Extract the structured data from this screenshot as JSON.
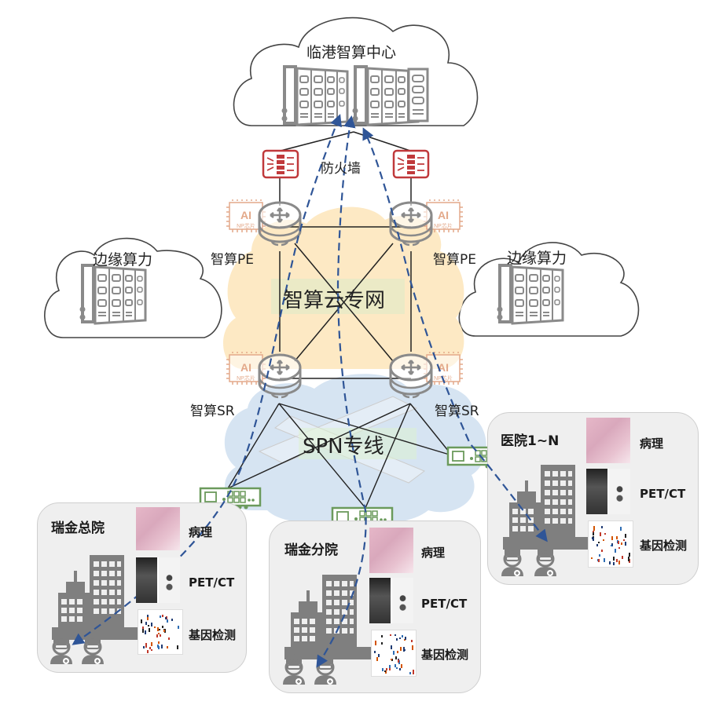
{
  "diagram": {
    "center_cloud": {
      "label": "临港智算中心"
    },
    "firewall": {
      "label": "防火墙"
    },
    "pe_left": {
      "label": "智算PE",
      "chip": {
        "title": "AI",
        "subtitle": "NP芯片"
      }
    },
    "pe_right": {
      "label": "智算PE",
      "chip": {
        "title": "AI",
        "subtitle": "NP芯片"
      }
    },
    "sr_left": {
      "label": "智算SR",
      "chip": {
        "title": "AI",
        "subtitle": "NP芯片"
      }
    },
    "sr_right": {
      "label": "智算SR",
      "chip": {
        "title": "AI",
        "subtitle": "NP芯片"
      }
    },
    "core_network": {
      "label": "智算云专网"
    },
    "spn_network": {
      "label": "SPN专线"
    },
    "edge_left": {
      "label": "边缘算力"
    },
    "edge_right": {
      "label": "边缘算力"
    },
    "sites": [
      {
        "name": "瑞金总院",
        "data": [
          "病理",
          "PET/CT",
          "基因检测"
        ]
      },
      {
        "name": "瑞金分院",
        "data": [
          "病理",
          "PET/CT",
          "基因检测"
        ]
      },
      {
        "name": "医院1~N",
        "data": [
          "病理",
          "PET/CT",
          "基因检测"
        ]
      }
    ],
    "colors": {
      "firewall": "#c0393b",
      "router": "#8a8a8a",
      "chip": "#e3a98a",
      "core_cloud": "#fde9c4",
      "spn_cloud": "#d6e4f2",
      "access_device": "#6b9a5c",
      "flow_arrow": "#2f5597",
      "site_bg": "#efefef"
    }
  }
}
